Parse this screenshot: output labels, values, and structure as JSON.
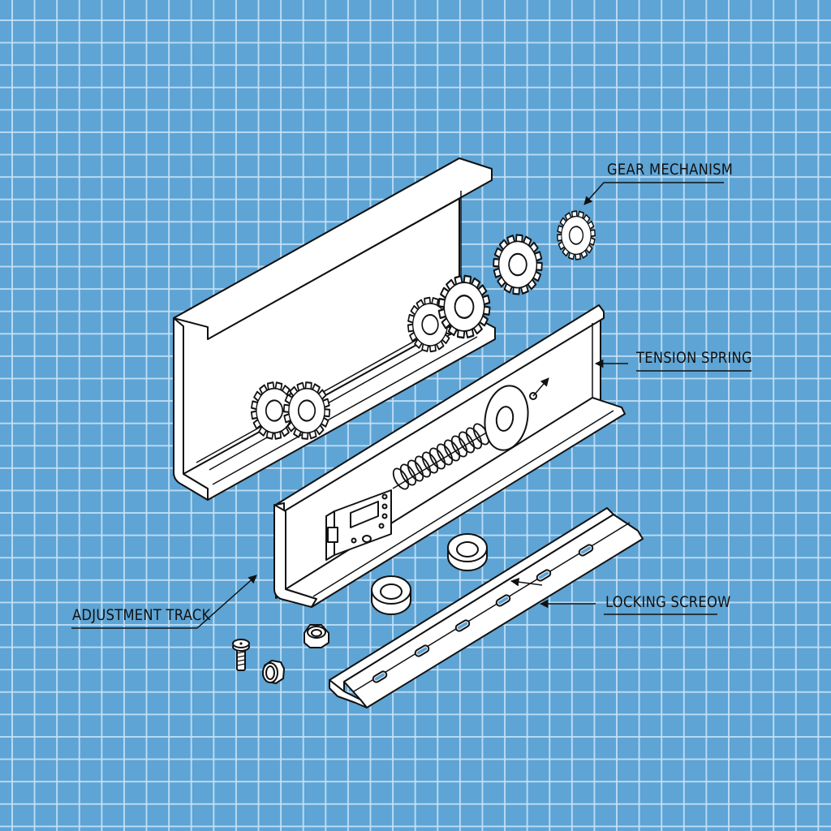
{
  "diagram": {
    "type": "exploded isometric assembly drawing (blueprint)",
    "background_color": "#5ea4d5",
    "grid_color": "#c8e4f8",
    "line_color": "#111111",
    "part_fill": "#ffffff"
  },
  "labels": {
    "gear_mechanism": "GEAR MECHANISM",
    "tension_spring": "TENSION SPRING",
    "locking_screw": "LOCKING SCREOW",
    "adjustment_track": "ADJUSTMENT TRACK"
  },
  "parts": [
    {
      "id": "upper-channel",
      "description": "large C-channel bracket with gear track"
    },
    {
      "id": "gears-on-channel-left",
      "description": "gear pair on lower lip of upper channel"
    },
    {
      "id": "gears-on-channel-right",
      "description": "gear pair at right end of upper channel"
    },
    {
      "id": "loose-gear-large",
      "description": "exploded spur gear"
    },
    {
      "id": "loose-gear-small",
      "description": "exploded small spur gear"
    },
    {
      "id": "lower-channel",
      "description": "C-channel containing tension spring"
    },
    {
      "id": "tension-spring",
      "description": "coil spring on rod"
    },
    {
      "id": "washer-disc",
      "description": "large washer at spring end"
    },
    {
      "id": "slider-block",
      "description": "rectangular slider/carriage with window"
    },
    {
      "id": "bearing-ring-1",
      "description": "ring bushing"
    },
    {
      "id": "bearing-ring-2",
      "description": "ring bushing"
    },
    {
      "id": "hex-nut",
      "description": "hex nut"
    },
    {
      "id": "flange-nut",
      "description": "flange nut"
    },
    {
      "id": "screw",
      "description": "small locking screw"
    },
    {
      "id": "slotted-rail",
      "description": "slotted DIN-style rail"
    }
  ]
}
